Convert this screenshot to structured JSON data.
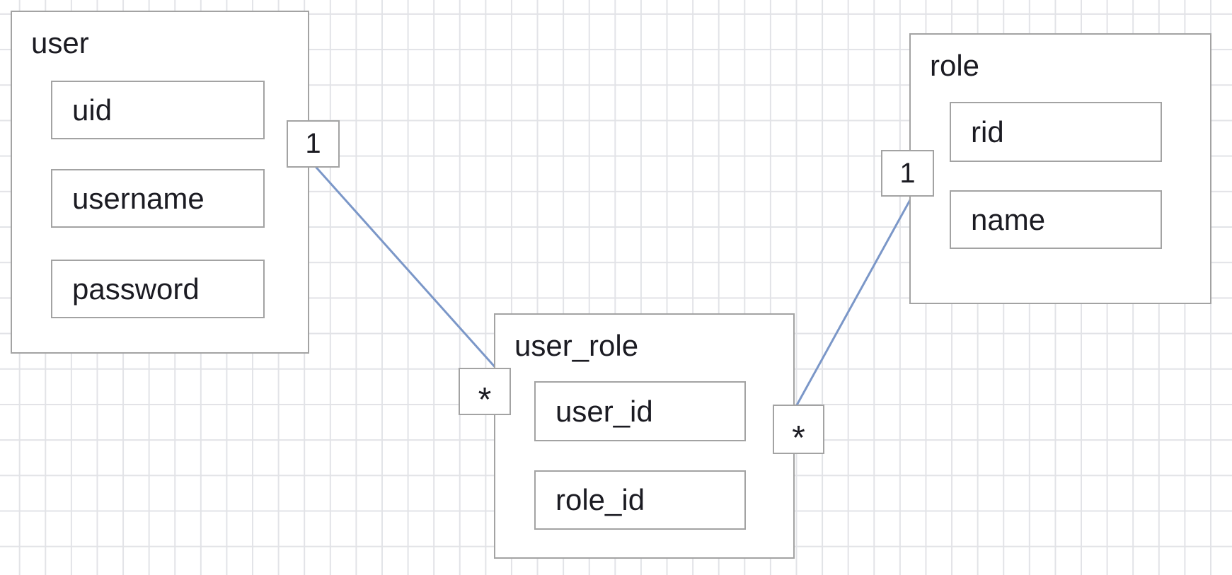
{
  "colors": {
    "connector_line": "#7b97c8",
    "entity_border": "#a3a3a3",
    "grid_line": "#e2e3e7",
    "text": "#1b1b22",
    "background": "#ffffff"
  },
  "entities": [
    {
      "title": "user",
      "fields": [
        "uid",
        "username",
        "password"
      ]
    },
    {
      "title": "user_role",
      "fields": [
        "user_id",
        "role_id"
      ]
    },
    {
      "title": "role",
      "fields": [
        "rid",
        "name"
      ]
    }
  ],
  "connectors": [
    {
      "from": "user.uid",
      "to": "user_role.user_id",
      "source_label": "1",
      "target_label": "*"
    },
    {
      "from": "user_role.role_id",
      "to": "role.rid",
      "source_label": "*",
      "target_label": "1"
    }
  ],
  "cardinality_labels": [
    {
      "text": "1"
    },
    {
      "text": "*"
    },
    {
      "text": "*"
    },
    {
      "text": "1"
    }
  ]
}
